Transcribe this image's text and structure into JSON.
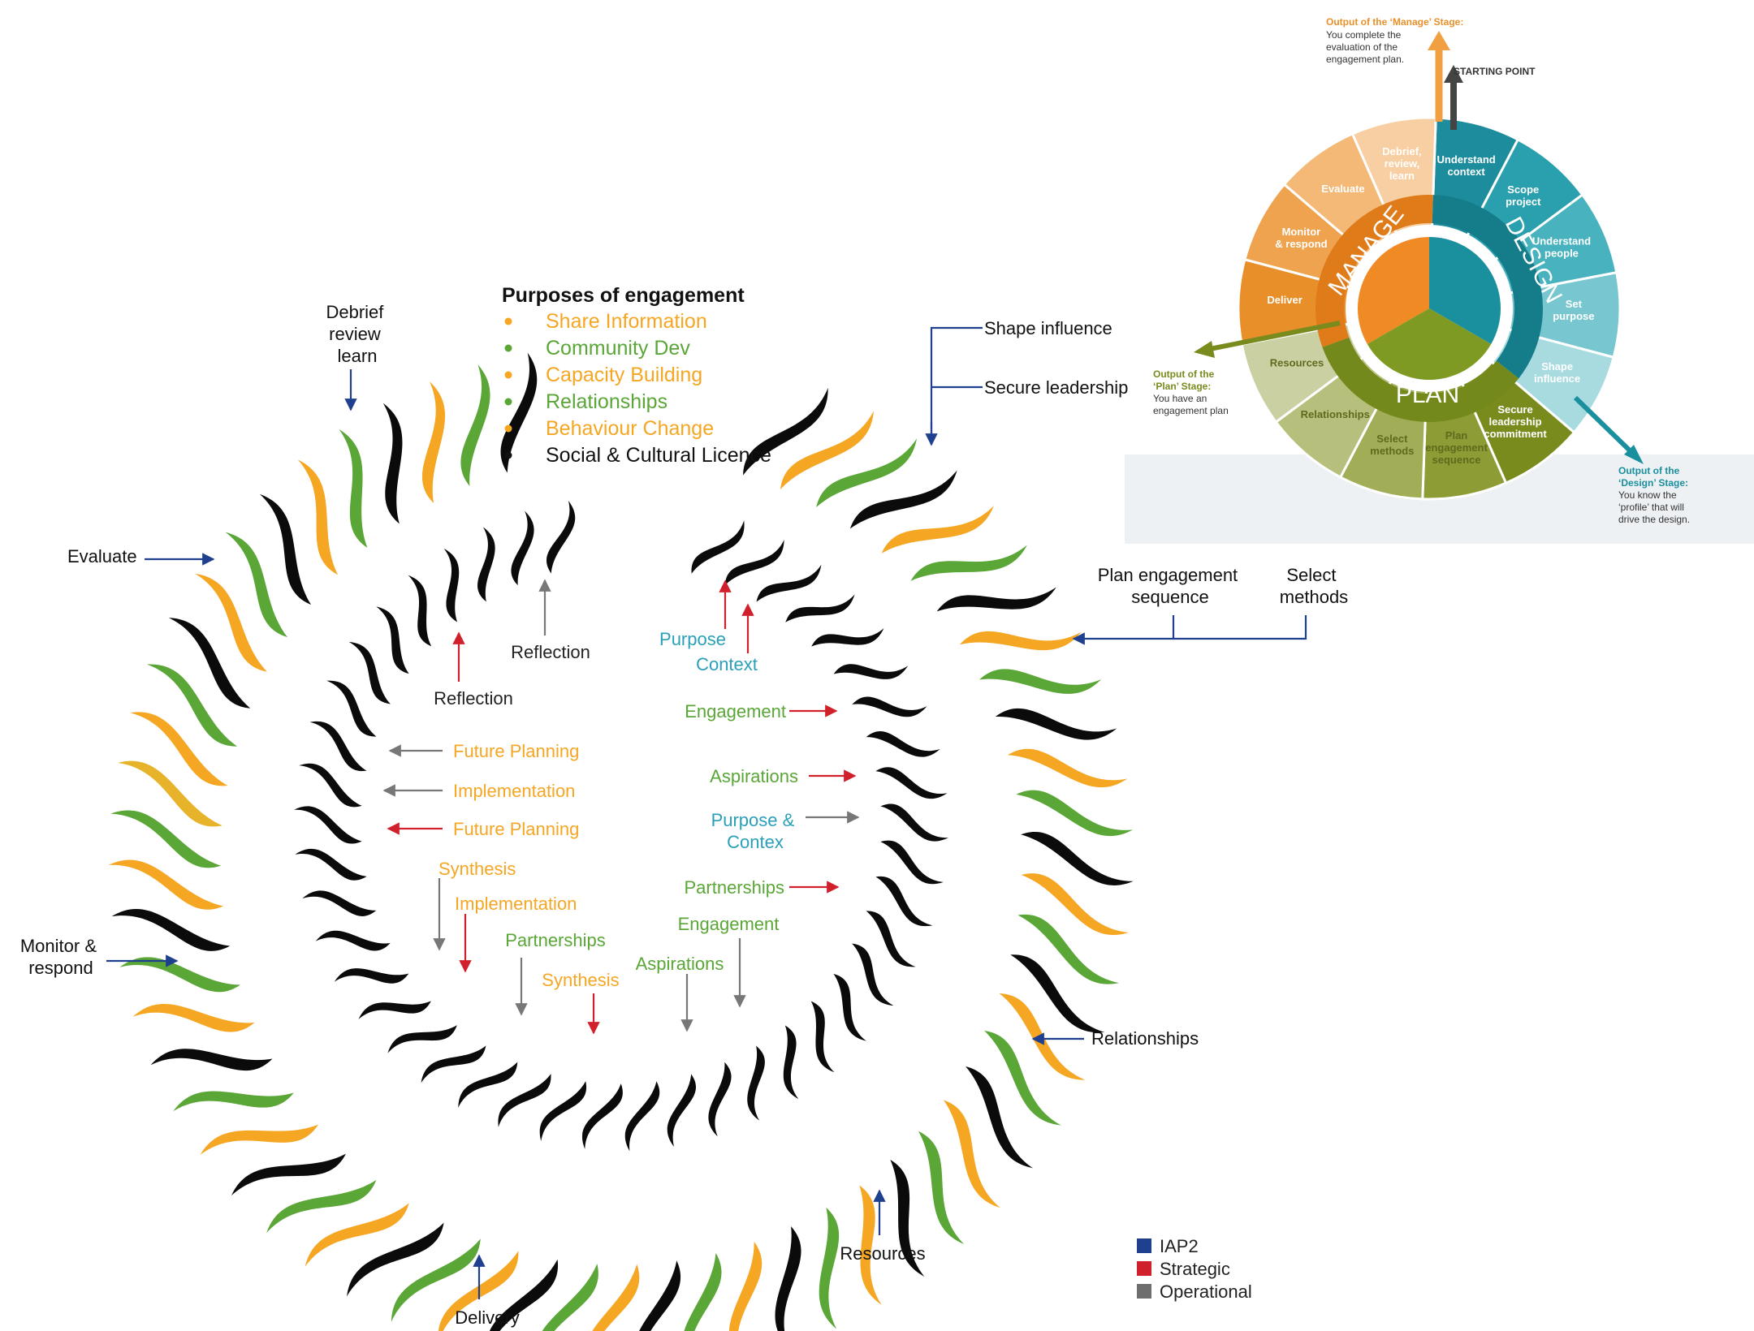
{
  "purposes": {
    "title": "Purposes of engagement",
    "items": [
      {
        "label": "Share Information",
        "color": "#f5a623"
      },
      {
        "label": "Community Dev",
        "color": "#5aa637"
      },
      {
        "label": "Capacity Building",
        "color": "#f5a623"
      },
      {
        "label": "Relationships",
        "color": "#5aa637"
      },
      {
        "label": "Behaviour Change",
        "color": "#f5a623"
      },
      {
        "label": "Social & Cultural Licence",
        "color": "#111111"
      }
    ]
  },
  "outer_labels": {
    "debrief": [
      "Debrief",
      "review",
      "learn"
    ],
    "evaluate": "Evaluate",
    "monitor": [
      "Monitor &",
      "respond"
    ],
    "delivery": "Delivery",
    "resources": "Resources",
    "relationships": "Relationships",
    "plan_sequence": [
      "Plan engagement",
      "sequence"
    ],
    "select_methods": [
      "Select",
      "methods"
    ],
    "shape_influence": "Shape influence",
    "secure_leadership": "Secure leadership"
  },
  "inner_labels": {
    "reflection_top": "Reflection",
    "reflection_left": "Reflection",
    "purpose": "Purpose",
    "context": "Context",
    "engagement_right": "Engagement",
    "future_planning_1": "Future Planning",
    "implementation_1": "Implementation",
    "future_planning_2": "Future Planning",
    "aspirations_right": "Aspirations",
    "purpose_contex": [
      "Purpose &",
      "Contex"
    ],
    "synthesis_left": "Synthesis",
    "implementation_2": "Implementation",
    "partnerships_right": "Partnerships",
    "engagement_bottom": "Engagement",
    "partnerships_bottom": "Partnerships",
    "aspirations_bottom": "Aspirations",
    "synthesis_bottom": "Synthesis"
  },
  "legend": {
    "items": [
      {
        "label": "IAP2",
        "color": "#1f3f8f"
      },
      {
        "label": "Strategic",
        "color": "#d0202b"
      },
      {
        "label": "Operational",
        "color": "#6e6e6e"
      }
    ]
  },
  "inset": {
    "manage_output_title": "Output of the ‘Manage’ Stage:",
    "manage_output_text": [
      "You complete the",
      "evaluation of the",
      "engagement plan."
    ],
    "starting_point": "STARTING POINT",
    "plan_output_title": [
      "Output of the",
      "‘Plan’ Stage:"
    ],
    "plan_output_text": [
      "You have an",
      "engagement plan"
    ],
    "design_output_title": [
      "Output of the",
      "‘Design’ Stage:"
    ],
    "design_output_text": [
      "You know the",
      "‘profile’ that will",
      "drive the design."
    ],
    "manage": "MANAGE",
    "design": "DESIGN",
    "plan": "PLAN",
    "segments": [
      {
        "label": [
          "Understand",
          "context"
        ],
        "color": "#1d8c9c"
      },
      {
        "label": [
          "Scope",
          "project"
        ],
        "color": "#2aa0ae"
      },
      {
        "label": [
          "Understand",
          "people"
        ],
        "color": "#48b2be"
      },
      {
        "label": [
          "Set",
          "purpose"
        ],
        "color": "#78c6cf"
      },
      {
        "label": [
          "Shape",
          "influence"
        ],
        "color": "#a8dbe0"
      },
      {
        "label": [
          "Secure",
          "leadership",
          "commitment"
        ],
        "color": "#7a8b1e"
      },
      {
        "label": [
          "Plan",
          "engagement",
          "sequence"
        ],
        "color": "#8e9c36"
      },
      {
        "label": [
          "Select",
          "methods"
        ],
        "color": "#a2ad58"
      },
      {
        "label": [
          "Relationships"
        ],
        "color": "#b7bf7d"
      },
      {
        "label": [
          "Resources"
        ],
        "color": "#cbd0a3"
      },
      {
        "label": [
          "Deliver"
        ],
        "color": "#e88f2a"
      },
      {
        "label": [
          "Monitor",
          "& respond"
        ],
        "color": "#efa34f"
      },
      {
        "label": [
          "Evaluate"
        ],
        "color": "#f4b877"
      },
      {
        "label": [
          "Debrief,",
          "review,",
          "learn"
        ],
        "color": "#f8cfa2"
      }
    ]
  }
}
